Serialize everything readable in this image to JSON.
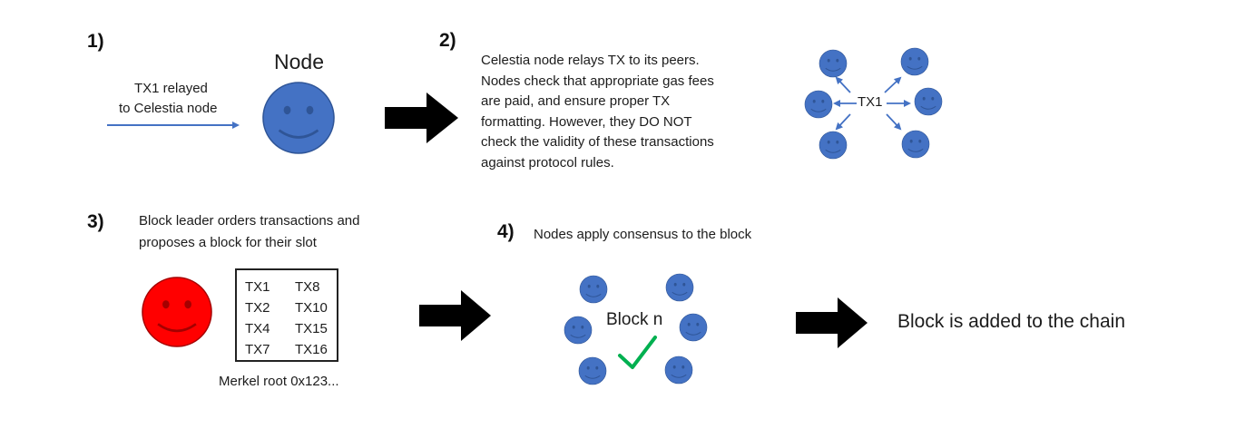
{
  "steps": {
    "s1": {
      "number": "1)",
      "node_label": "Node",
      "relay_label": [
        "TX1 relayed",
        "to Celestia node"
      ]
    },
    "s2": {
      "number": "2)",
      "description": [
        "Celestia node relays TX to its peers.",
        "Nodes check that appropriate gas fees",
        "are paid, and ensure proper TX",
        "formatting. However, they DO NOT",
        "check the validity of these transactions",
        "against protocol rules."
      ],
      "tx_label": "TX1"
    },
    "s3": {
      "number": "3)",
      "description": [
        "Block leader orders transactions and",
        "proposes a block for their slot"
      ],
      "transactions": [
        "TX1",
        "TX8",
        "TX2",
        "TX10",
        "TX4",
        "TX15",
        "TX7",
        "TX16"
      ],
      "merkle_root": "Merkel root 0x123..."
    },
    "s4": {
      "number": "4)",
      "description": "Nodes apply consensus to the block",
      "block_label": "Block n"
    },
    "result": "Block is added to the chain"
  },
  "colors": {
    "node_blue": "#4472c4",
    "node_outline": "#2f5597",
    "leader_red": "#ff0000",
    "leader_outline": "#a50000",
    "arrow_blue": "#4472c4",
    "checkmark_green": "#00b050",
    "big_arrow": "#000000"
  },
  "icons": {
    "node": "smiley-face-icon",
    "leader": "smiley-face-icon",
    "process_arrow": "right-arrow-icon",
    "check": "checkmark-icon"
  }
}
